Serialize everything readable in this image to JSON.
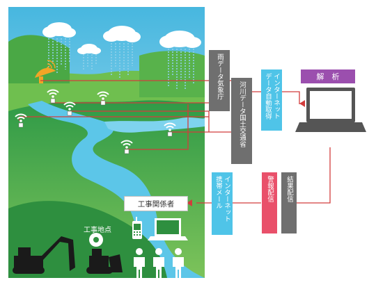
{
  "boxes": {
    "rain_data": "雨データ気象庁",
    "river_data": "河川データ国土交通省",
    "internet_auto": [
      "インターネット",
      "データ自動取得"
    ],
    "analysis": "解　析",
    "result_dist": "結果配信",
    "alert_dist": "警報配信",
    "internet_mail": [
      "インターネット",
      "携帯メール"
    ],
    "workers": "工事関係者",
    "work_site": "工事地点"
  },
  "colors": {
    "gray": "#6f6f6f",
    "cyan": "#4fc4e8",
    "red": "#e9506a",
    "purple": "#9b4fae",
    "line": "#d23c3c"
  },
  "icons": [
    "satellite-dish-icon",
    "wifi-sensor-icon",
    "cloud-icon",
    "laptop-icon",
    "phone-icon",
    "worker-icon",
    "excavator-icon",
    "bulldozer-icon",
    "target-icon"
  ]
}
